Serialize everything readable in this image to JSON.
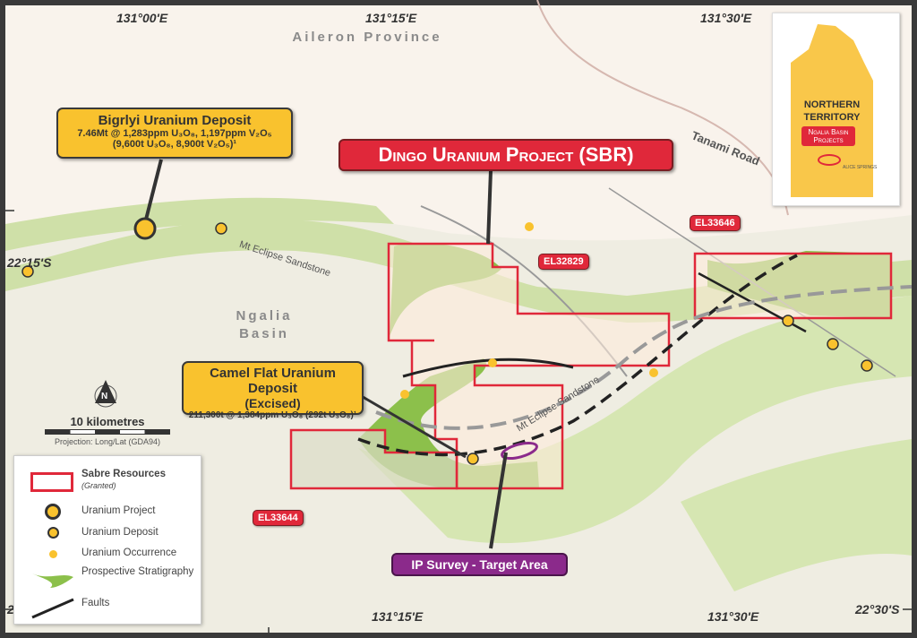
{
  "coords": {
    "top": [
      "131°00'E",
      "131°15'E",
      "131°30'E"
    ],
    "bottom": [
      "131°15'E",
      "131°30'E"
    ],
    "left": "22°15'S",
    "left_bottom": "2",
    "right": "22°30'S"
  },
  "regions": {
    "aileron": "Aileron Province",
    "ngalia": "Ngalia\nBasin",
    "tanami": "Tanami Road",
    "sandstone1": "Mt Eclipse Sandstone",
    "sandstone2": "Mt Eclipse Sandstone"
  },
  "bigrlyi": {
    "title": "Bigrlyi Uranium Deposit",
    "line1": "7.46Mt @ 1,283ppm U₃O₈, 1,197ppm V₂O₅",
    "line2": "(9,600t U₃O₈, 8,900t V₂O₅)¹"
  },
  "project_title": "Dingo Uranium Project (SBR)",
  "camel": {
    "title": "Camel Flat Uranium Deposit",
    "subtitle": "(Excised)",
    "line": "211,300t @ 1,384ppm U₃O₈ (292t U₃O₈)¹"
  },
  "tenements": [
    "EL32829",
    "EL33646",
    "EL33644"
  ],
  "ip_survey": "IP Survey - Target Area",
  "scale": {
    "label": "10 kilometres",
    "projection": "Projection: Long/Lat (GDA94)",
    "north": "N"
  },
  "legend": {
    "sabre": "Sabre Resources",
    "granted": "(Granted)",
    "project": "Uranium Project",
    "deposit": "Uranium Deposit",
    "occurrence": "Uranium Occurrence",
    "strat": "Prospective Stratigraphy",
    "faults": "Faults"
  },
  "inset": {
    "title1": "NORTHERN",
    "title2": "TERRITORY",
    "tag1": "Ngalia Basin",
    "tag2": "Projects",
    "town": "ALICE SPRINGS"
  },
  "colors": {
    "tenement": "#e0283a",
    "callout": "#f9c22e",
    "strat": "#8cc04b",
    "ip": "#8b2a8b"
  }
}
